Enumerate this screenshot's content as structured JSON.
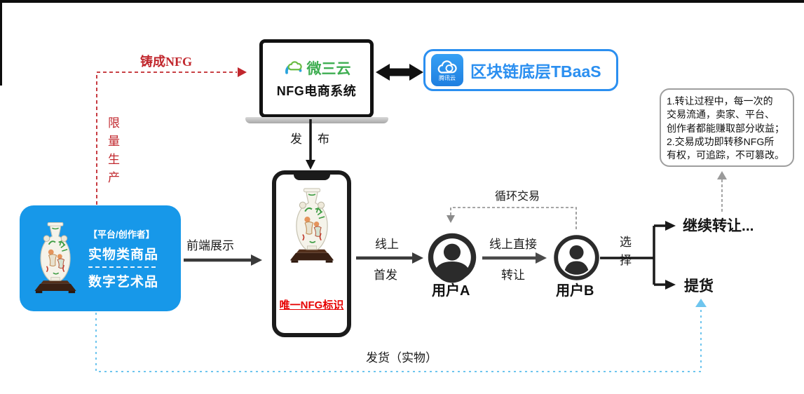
{
  "colors": {
    "box-blue": "#1798e9",
    "tbaas-blue": "#2b8ff0",
    "red": "#c1272d",
    "tag-red": "#e60000",
    "ship-blue": "#6ec5ee",
    "logo-green": "#3fae52",
    "logo-teal": "#29a3dc",
    "line-dark": "#2b2b2b"
  },
  "laptop": {
    "brand": "微三云",
    "system_title": "NFG电商系统"
  },
  "tbaas": {
    "provider": "腾讯云",
    "title": "区块链底层TBaaS"
  },
  "source_box": {
    "role": "【平台/创作者】",
    "item_physical": "实物类商品",
    "item_digital": "数字艺术品"
  },
  "phone": {
    "nfg_tag": "唯一NFG标识"
  },
  "users": {
    "a": "用户A",
    "b": "用户B"
  },
  "branch": {
    "continue": "继续转让...",
    "pickup": "提货"
  },
  "labels": {
    "mint": "铸成NFG",
    "limited": "限量生产",
    "publish": "发布",
    "frontend": "前端展示",
    "launch_top": "线上",
    "launch_bottom": "首发",
    "transfer_top": "线上直接",
    "transfer_bottom": "转让",
    "loop": "循环交易",
    "choose": "选择",
    "ship": "发货（实物）"
  },
  "note_box": {
    "lines": [
      "1.转让过程中，每一次的",
      "交易流通，卖家、平台、",
      "创作者都能赚取部分收益；",
      "2.交易成功即转移NFG所",
      "有权，可追踪，不可篡改。"
    ]
  }
}
